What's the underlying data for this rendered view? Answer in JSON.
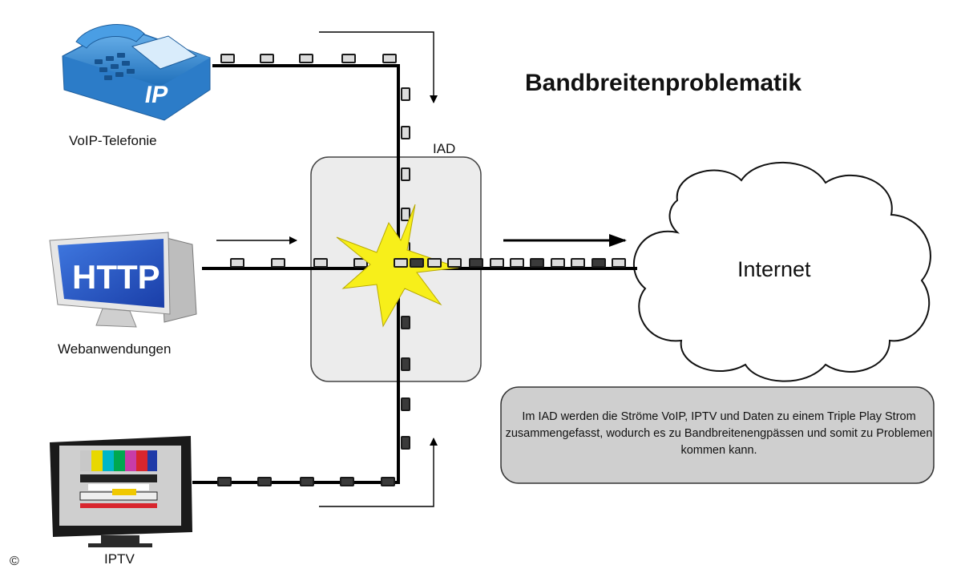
{
  "title": "Bandbreitenproblematik",
  "labels": {
    "voip": "VoIP-Telefonie",
    "web": "Webanwendungen",
    "iptv": "IPTV",
    "iad": "IAD",
    "internet": "Internet",
    "http_screen": "HTTP",
    "phone_screen": "IP",
    "copyright": "©"
  },
  "note": "Im IAD werden die Ströme VoIP, IPTV und Daten zu einem Triple Play Strom zusammengefasst, wodurch es zu Bandbreitenengpässen und somit zu Problemen kommen kann.",
  "colors": {
    "iad_box": "#ececec",
    "cloud": "#ffffff",
    "note_box": "#cfcfcf",
    "collision": "#f7ef1a",
    "phone": "#3a8fd6",
    "monitor_screen": "#2553c7"
  }
}
